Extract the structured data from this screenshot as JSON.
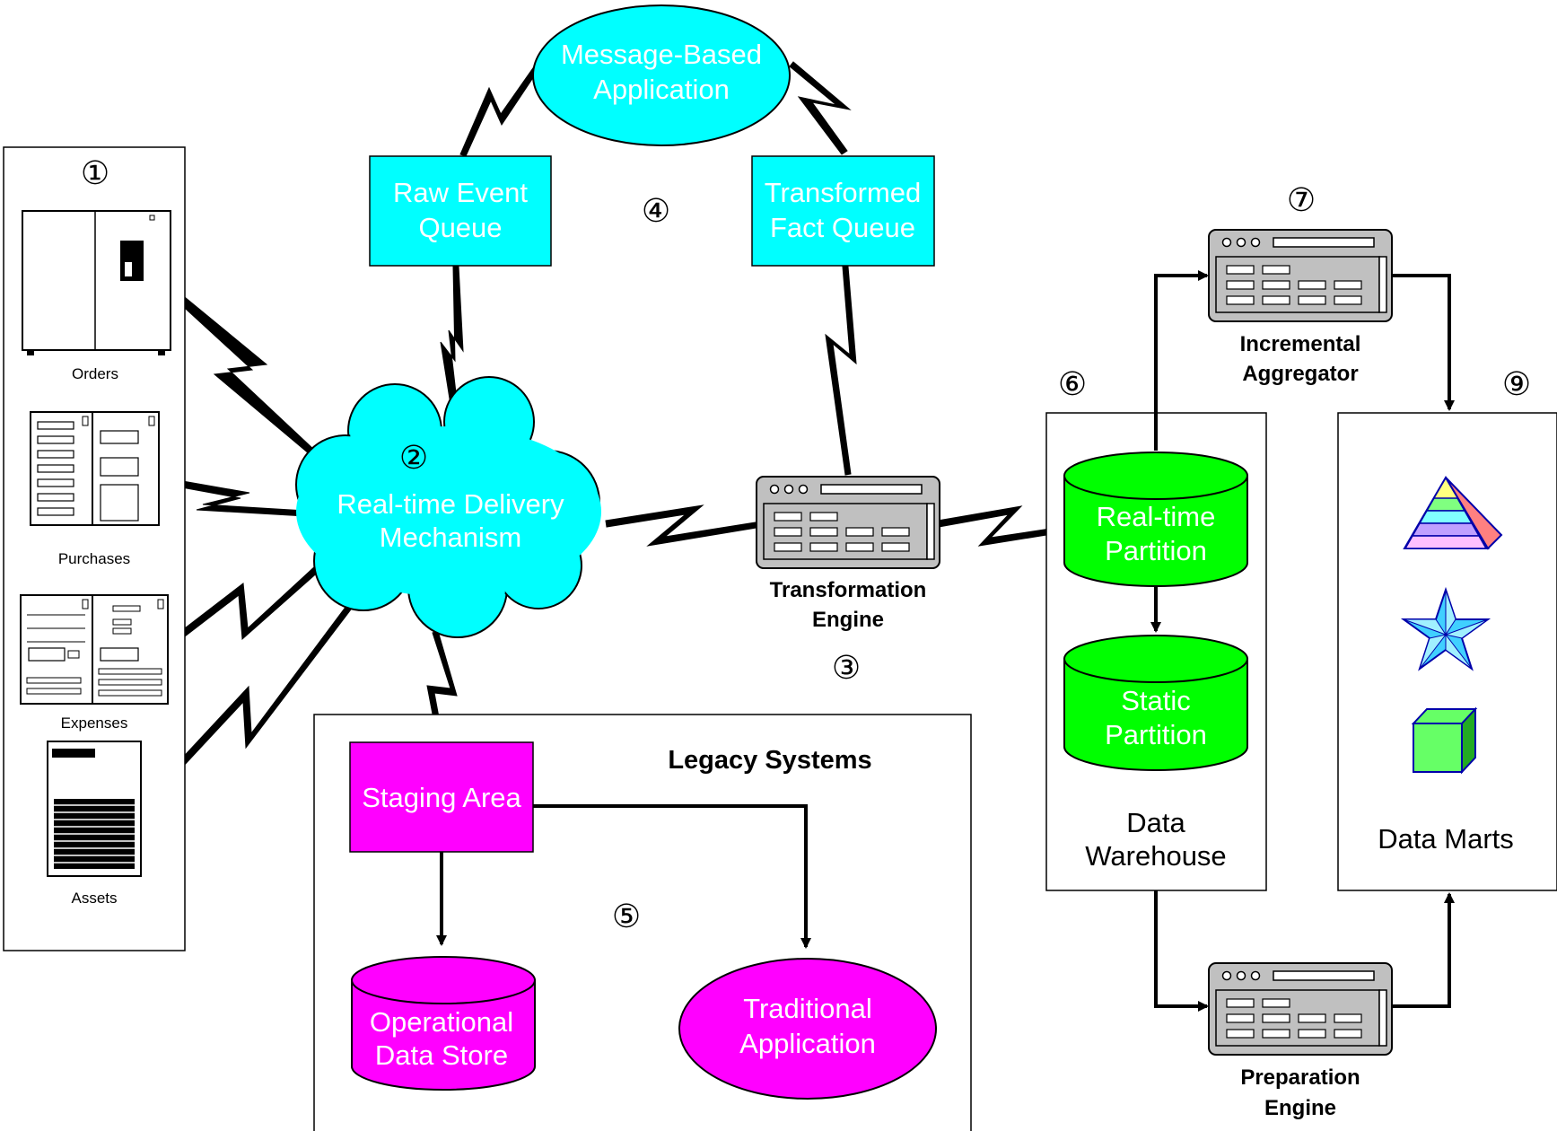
{
  "steps": {
    "s1": "①",
    "s2": "②",
    "s3": "③",
    "s4": "④",
    "s5": "⑤",
    "s6": "⑥",
    "s7": "⑦",
    "s9": "⑨"
  },
  "sources": {
    "orders": "Orders",
    "purchases": "Purchases",
    "expenses": "Expenses",
    "assets": "Assets"
  },
  "message_app": [
    "Message-Based",
    "Application"
  ],
  "raw_event_queue": [
    "Raw Event",
    "Queue"
  ],
  "transformed_fact_queue": [
    "Transformed",
    "Fact Queue"
  ],
  "delivery": [
    "Real-time Delivery",
    "Mechanism"
  ],
  "transformation_engine": [
    "Transformation",
    "Engine"
  ],
  "incremental_aggregator": [
    "Incremental",
    "Aggregator"
  ],
  "preparation_engine": [
    "Preparation",
    "Engine"
  ],
  "warehouse": {
    "realtime": [
      "Real-time",
      "Partition"
    ],
    "static": [
      "Static",
      "Partition"
    ],
    "label": [
      "Data",
      "Warehouse"
    ]
  },
  "data_marts": "Data Marts",
  "legacy": {
    "title": "Legacy Systems",
    "staging": "Staging Area",
    "ods": [
      "Operational",
      "Data Store"
    ],
    "traditional": [
      "Traditional",
      "Application"
    ]
  },
  "colors": {
    "cyan": "#00ffff",
    "magenta": "#ff00ff",
    "green": "#00ff00",
    "server_gray": "#c0c0c0"
  }
}
